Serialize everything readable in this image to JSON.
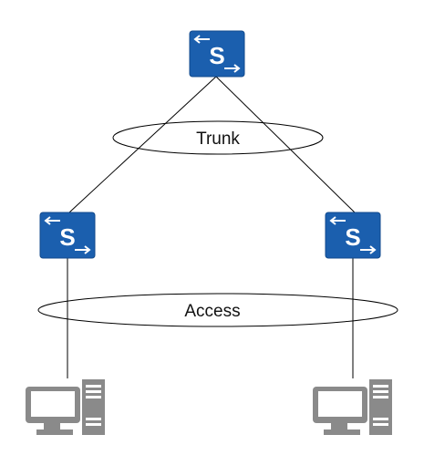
{
  "diagram": {
    "labels": {
      "trunk": "Trunk",
      "access": "Access"
    },
    "nodes": [
      {
        "type": "switch",
        "icon": "switch-icon",
        "glyph": "S",
        "role": "core"
      },
      {
        "type": "switch",
        "icon": "switch-icon",
        "glyph": "S",
        "role": "access-left"
      },
      {
        "type": "switch",
        "icon": "switch-icon",
        "glyph": "S",
        "role": "access-right"
      },
      {
        "type": "computer",
        "icon": "computer-icon",
        "role": "host-left"
      },
      {
        "type": "computer",
        "icon": "computer-icon",
        "role": "host-right"
      }
    ],
    "links": [
      {
        "from": "core",
        "to": "access-left",
        "link_type": "trunk"
      },
      {
        "from": "core",
        "to": "access-right",
        "link_type": "trunk"
      },
      {
        "from": "access-left",
        "to": "host-left",
        "link_type": "access"
      },
      {
        "from": "access-right",
        "to": "host-right",
        "link_type": "access"
      }
    ],
    "colors": {
      "switch": "#1b5fae",
      "switch_border": "#124a8c",
      "switch_glyph": "#ffffff",
      "computer": "#8a8a8a",
      "line": "#000000"
    }
  }
}
